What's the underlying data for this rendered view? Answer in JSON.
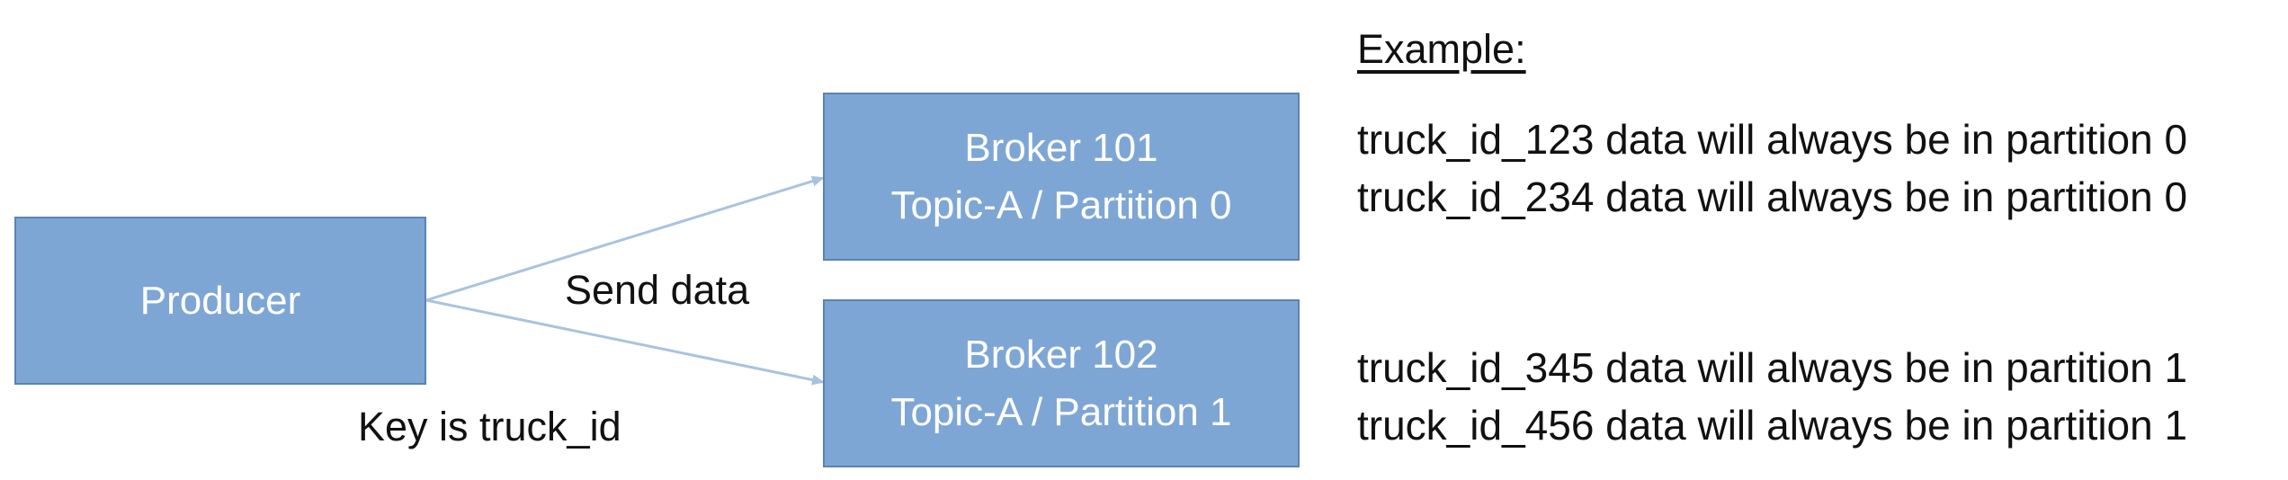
{
  "diagram": {
    "producer": {
      "label": "Producer"
    },
    "brokers": [
      {
        "name": "Broker 101",
        "topic_partition": "Topic-A / Partition 0"
      },
      {
        "name": "Broker 102",
        "topic_partition": "Topic-A / Partition 1"
      }
    ],
    "edge_label": "Send data",
    "key_label": "Key is truck_id",
    "example": {
      "title": "Example:",
      "lines": [
        "truck_id_123 data will always be in partition 0",
        "truck_id_234 data will always be in partition 0",
        "truck_id_345 data will always be in partition 1",
        "truck_id_456 data will always be in partition 1"
      ]
    },
    "colors": {
      "box_fill": "#7ea6d5",
      "box_border": "#5b83b3",
      "arrow": "#a9c3df",
      "text_on_box": "#ffffff",
      "text": "#111111"
    }
  }
}
